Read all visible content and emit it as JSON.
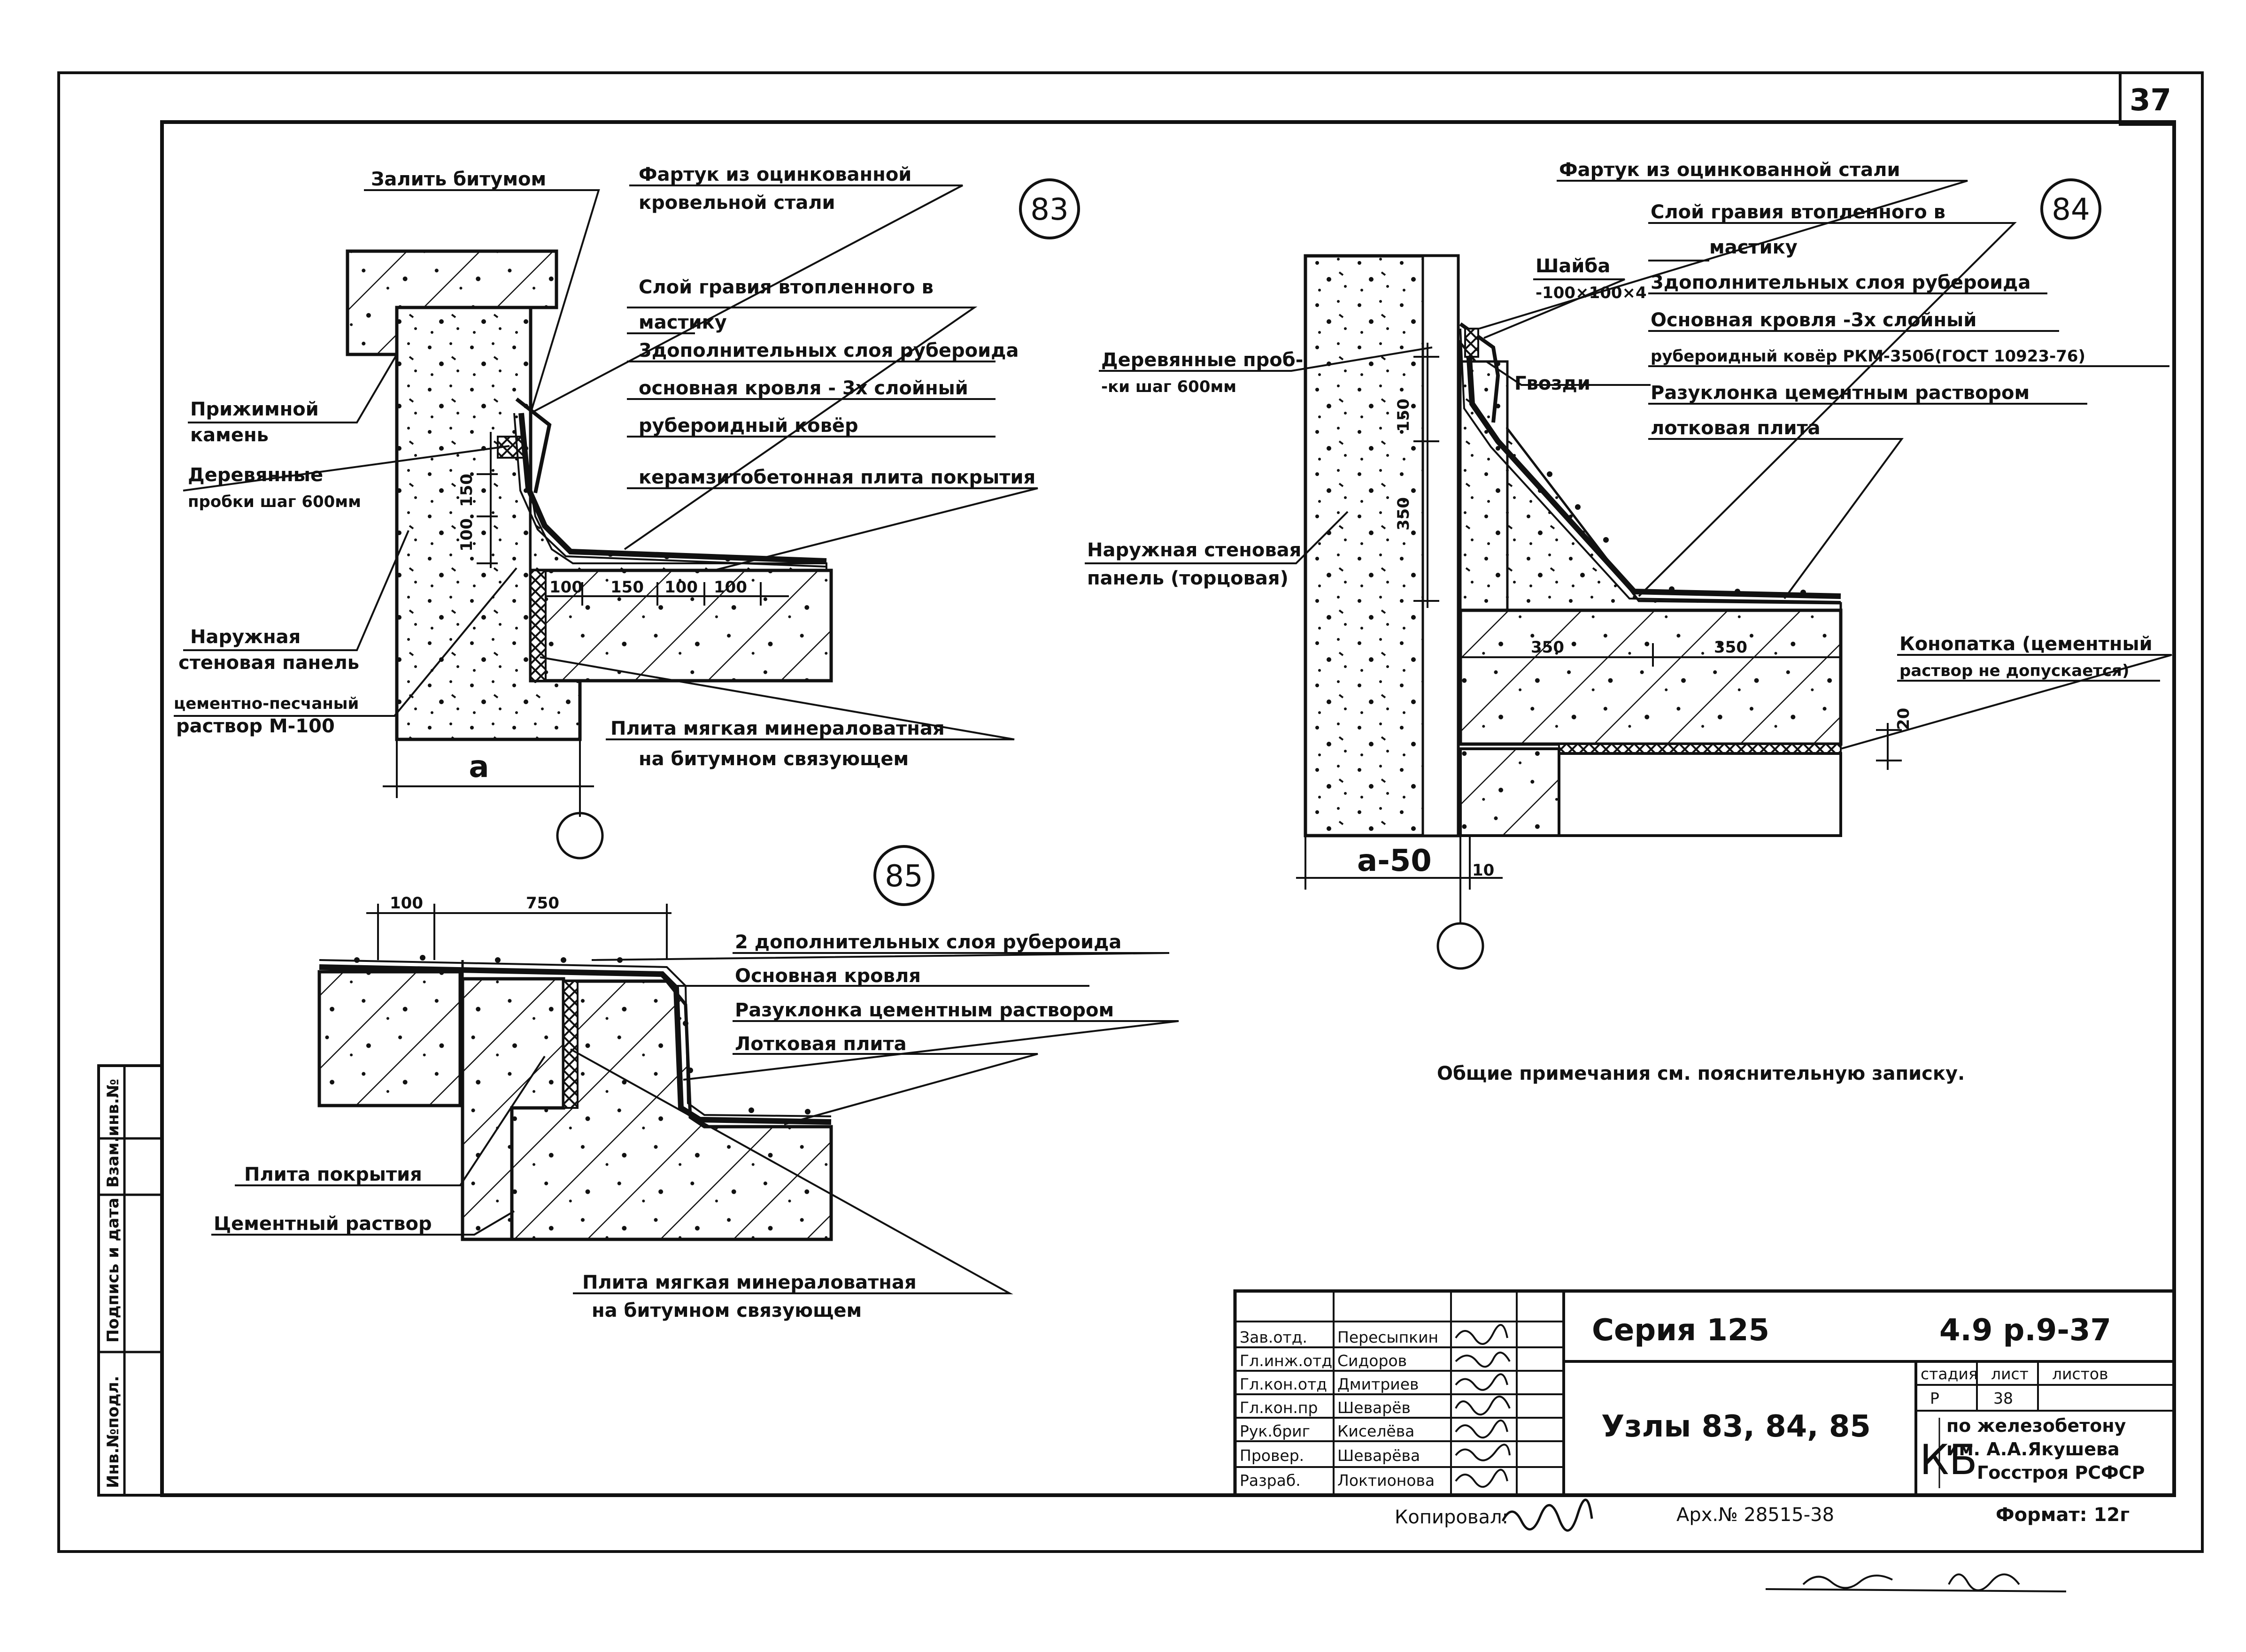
{
  "sheet": {
    "page_number": "37",
    "general_note": "Общие примечания см. пояснительную записку."
  },
  "node83": {
    "number": "83",
    "labels": {
      "bitumen": "Залить битумом",
      "apron_line1": "Фартук из оцинкованной",
      "apron_line2": "кровельной стали",
      "gravel_line1": "Слой гравия втопленного в",
      "gravel_line2": "мастику",
      "add_layers": "3дополнительных слоя рубероида",
      "main_roof_line1": "основная кровля - 3х слойный",
      "main_roof_line2": "рубероидный ковёр",
      "slab": "керамзитобетонная плита покрытия",
      "press_stone_line1": "Прижимной",
      "press_stone_line2": "камень",
      "wood_plugs_line1": "Деревянные",
      "wood_plugs_line2": "пробки шаг 600мм",
      "wall_panel_line1": "Наружная",
      "wall_panel_line2": "стеновая панель",
      "mortar_line1": "цементно-песчаный",
      "mortar_line2": "раствор М-100",
      "wool_line1": "Плита мягкая минераловатная",
      "wool_line2": "на битумном связующем"
    },
    "dims": {
      "d150": "150",
      "d100": "100",
      "b100a": "100",
      "b150": "150",
      "b100b": "100",
      "b100c": "100",
      "a": "а"
    }
  },
  "node84": {
    "number": "84",
    "labels": {
      "apron": "Фартук из оцинкованной стали",
      "washer_line1": "Шайба",
      "washer_line2": "-100×100×4",
      "nails": "Гвозди",
      "wood_plugs_line1": "Деревянные проб-",
      "wood_plugs_line2": "-ки шаг 600мм",
      "gravel_line1": "Слой гравия втопленного в",
      "gravel_line2": "мастику",
      "add_layers": "3дополнительных слоя рубероида",
      "main_roof": "Основная кровля -3х слойный",
      "carpet": "рубероидный ковёр РКМ-350б(ГОСТ 10923-76)",
      "slope": "Разуклонка цементным раствором",
      "tray": "лотковая плита",
      "wall_panel_line1": "Наружная стеновая",
      "wall_panel_line2": "панель (торцовая)",
      "caulk_line1": "Конопатка (цементный",
      "caulk_line2": "раствор не допускается)"
    },
    "dims": {
      "d150": "150",
      "d350v": "350",
      "d350a": "350",
      "d350b": "350",
      "d20": "20",
      "a50": "а-50",
      "d10": "10"
    }
  },
  "node85": {
    "number": "85",
    "labels": {
      "add_layers": "2 дополнительных слоя рубероида",
      "main_roof": "Основная кровля",
      "slope": "Разуклонка цементным раствором",
      "tray": "Лотковая плита",
      "cover_slab": "Плита покрытия",
      "mortar": "Цементный раствор",
      "wool_line1": "Плита мягкая минераловатная",
      "wool_line2": "на битумном связующем"
    },
    "dims": {
      "d100": "100",
      "d750": "750"
    }
  },
  "side_stamp": [
    "Инв.№подл.",
    "Подпись и дата",
    "Взам.инв.№"
  ],
  "title_block": {
    "roles": [
      "Зав.отд.",
      "Гл.инж.отд",
      "Гл.кон.отд",
      "Гл.кон.пр",
      "Рук.бриг",
      "Провер.",
      "Разраб."
    ],
    "names": [
      "Пересыпкин",
      "Сидоров",
      "Дмитриев",
      "Шеварёв",
      "Киселёва",
      "Шеварёва",
      "Локтионова"
    ],
    "series": "Серия 125",
    "code": "4.9 р.9-37",
    "title": "Узлы 83, 84, 85",
    "stage_header": "стадия",
    "sheet_header": "лист",
    "sheets_header": "листов",
    "stage": "Р",
    "sheet": "38",
    "org_logo": "КБ",
    "org_line1": "по железобетону",
    "org_line2": "им. А.А.Якушева",
    "org_line3": "Госстроя РСФСР",
    "copied_by": "Копировал:",
    "archive": "Арх.№ 28515-38",
    "format": "Формат: 12г"
  }
}
